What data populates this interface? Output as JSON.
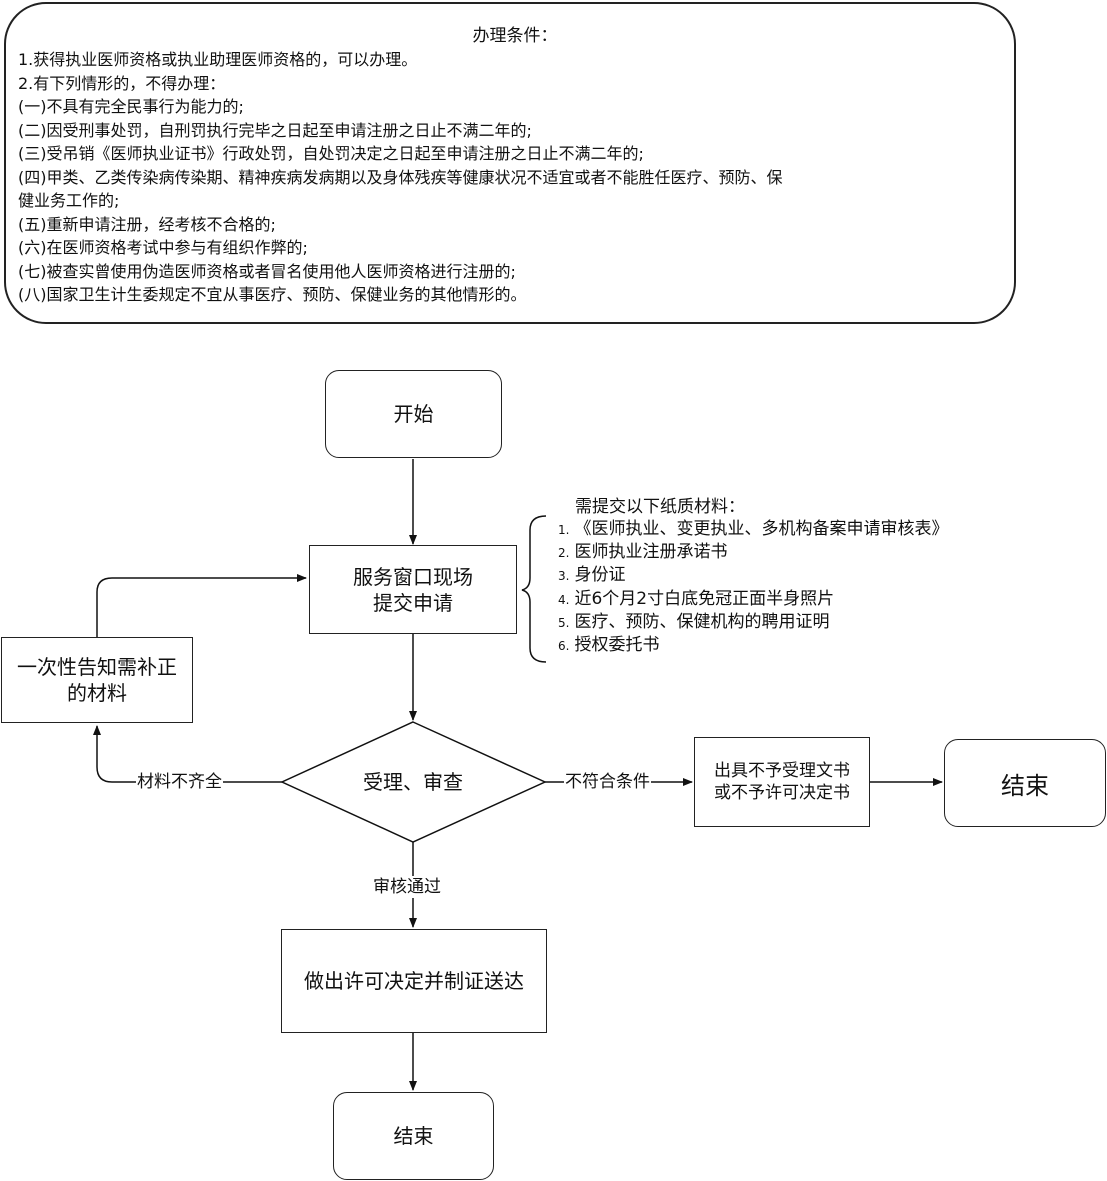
{
  "conditions": {
    "title": "办理条件：",
    "lines": [
      "1.获得执业医师资格或执业助理医师资格的，可以办理。",
      "2.有下列情形的，不得办理：",
      "(一)不具有完全民事行为能力的;",
      "(二)因受刑事处罚，自刑罚执行完毕之日起至申请注册之日止不满二年的;",
      "(三)受吊销《医师执业证书》行政处罚，自处罚决定之日起至申请注册之日止不满二年的;",
      "(四)甲类、乙类传染病传染期、精神疾病发病期以及身体残疾等健康状况不适宜或者不能胜任医疗、预防、保",
      "健业务工作的;",
      "(五)重新申请注册，经考核不合格的;",
      "(六)在医师资格考试中参与有组织作弊的;",
      "(七)被查实曾使用伪造医师资格或者冒名使用他人医师资格进行注册的;",
      "(八)国家卫生计生委规定不宜从事医疗、预防、保健业务的其他情形的。"
    ]
  },
  "flow": {
    "start": "开始",
    "submit_line1": "服务窗口现场",
    "submit_line2": "提交申请",
    "supplement_line1": "一次性告知需补正",
    "supplement_line2": "的材料",
    "review": "受理、审查",
    "reject_line1": "出具不予受理文书",
    "reject_line2": "或不予许可决定书",
    "end_right": "结束",
    "decision": "做出许可决定并制证送达",
    "end_bottom": "结束"
  },
  "edge_labels": {
    "incomplete": "材料不齐全",
    "ineligible": "不符合条件",
    "approved": "审核通过"
  },
  "materials": {
    "title": "需提交以下纸质材料：",
    "items": [
      {
        "num": "1.",
        "text": "《医师执业、变更执业、多机构备案申请审核表》"
      },
      {
        "num": "2.",
        "text": "医师执业注册承诺书"
      },
      {
        "num": "3.",
        "text": "身份证"
      },
      {
        "num": "4.",
        "text": "近6个月2寸白底免冠正面半身照片"
      },
      {
        "num": "5.",
        "text": "医疗、预防、保健机构的聘用证明"
      },
      {
        "num": "6.",
        "text": "授权委托书"
      }
    ]
  }
}
